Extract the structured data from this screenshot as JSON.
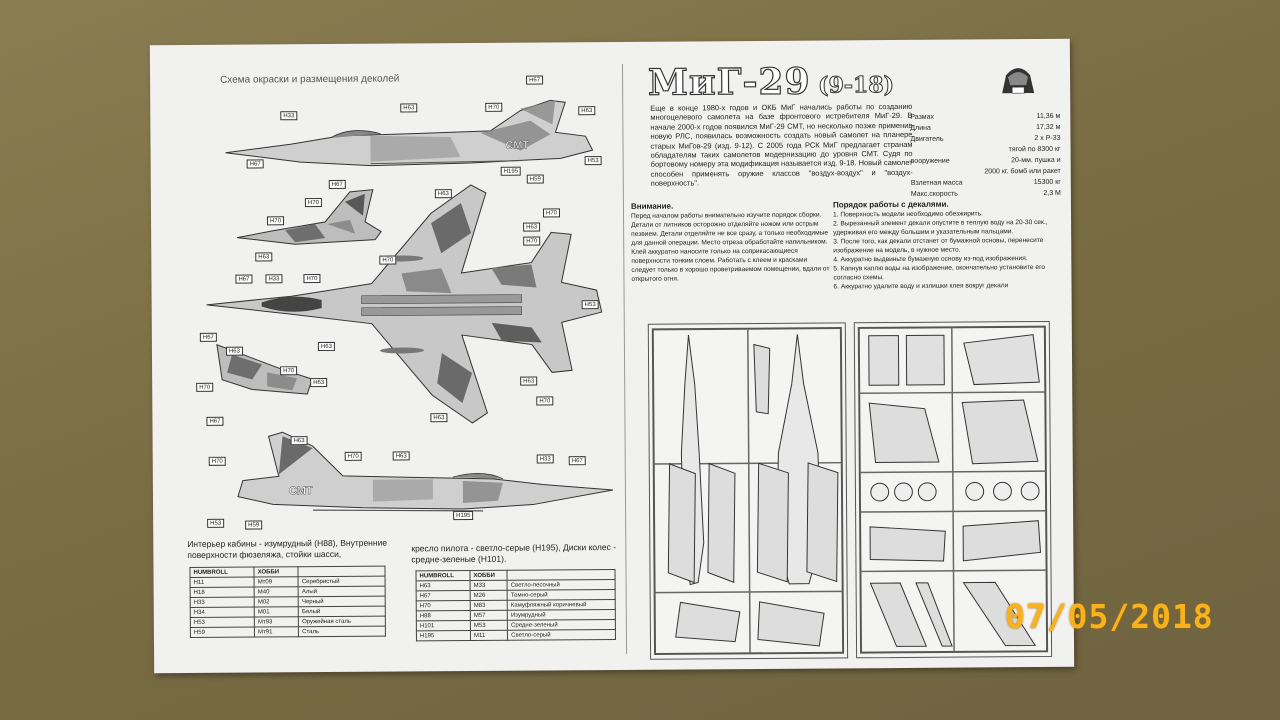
{
  "photo": {
    "date_stamp": "07/05/2018"
  },
  "left": {
    "scheme_title": "Схема окраски и размещения деколей",
    "aircraft_marking": "СМТ",
    "callouts": {
      "h67": "Н67",
      "h63": "Н63",
      "h70": "Н70",
      "h33": "Н33",
      "h53": "Н53",
      "h59": "Н59",
      "h195": "Н195"
    },
    "cockpit_note": "Интерьер кабины - изумрудный (Н88), Внутренние поверхности фюзеляжа, стойки шасси,",
    "seat_note": "кресло пилота - светло-серые (Н195), Диски колес - средне-зеленые (Н101).",
    "table_headers": [
      "HUMBROLL",
      "ХОББИ",
      ""
    ],
    "table1": [
      [
        "Н11",
        "Мт09",
        "Серебристый"
      ],
      [
        "Н18",
        "М40",
        "Алый"
      ],
      [
        "Н33",
        "М02",
        "Черный"
      ],
      [
        "Н34",
        "М01",
        "Белый"
      ],
      [
        "Н53",
        "Мт93",
        "Оружейная сталь"
      ],
      [
        "Н59",
        "Мт91",
        "Сталь"
      ]
    ],
    "table2": [
      [
        "Н63",
        "М33",
        "Светло-песочный"
      ],
      [
        "Н67",
        "М26",
        "Темно-серый"
      ],
      [
        "Н70",
        "М83",
        "Камуфляжный коричневый"
      ],
      [
        "Н88",
        "М57",
        "Изумрудный"
      ],
      [
        "Н101",
        "М53",
        "Средне-зеленый"
      ],
      [
        "Н195",
        "М11",
        "Светло-серый"
      ]
    ]
  },
  "right": {
    "title": "МиГ-29",
    "subtitle": "(9-18)",
    "history": "Еще в конце 1980-х годов и ОКБ МиГ начались работы по созданию многоцелевого самолета на базе фронтового истребителя МиГ-29. В начале 2000-х годов появился МиГ-29 СМТ, но несколько позже применив новую РЛС, появилась возможность создать новый самолет на планере старых МиГов-29 (изд. 9-12). С 2005 года РСК МиГ предлагает странам обладателям таких самолетов модернизацию до уровня СМТ. Судя по бортовому номеру эта модификация называется изд. 9-18. Новый самолет способен применять оружие классов \"воздух-воздух\" и \"воздух-поверхность\".",
    "specs": [
      {
        "label": "Размах",
        "value": "11,36 м"
      },
      {
        "label": "Длина",
        "value": "17,32 м"
      },
      {
        "label": "Двигатель",
        "value": "2 х Р-33"
      },
      {
        "label": "",
        "value": "тягой по 8300 кг"
      },
      {
        "label": "вооружение",
        "value": "20-мм. пушка и"
      },
      {
        "label": "",
        "value": "2000 кг. бомб или ракет"
      },
      {
        "label": "Взлетная масса",
        "value": "15300 кг"
      },
      {
        "label": "Макс.скорость",
        "value": "2,3 М"
      }
    ],
    "attention_heading": "Внимание.",
    "attention_text": "Перед началом работы внимательно изучите порядок сборки. Детали от литников осторожно отделяйте ножом или острым пезвием. Детали отделяйте не все сразу, а только необходимые для данной операции. Место отреза обработайте напильником. Клей аккуратно наносите только на соприкасающиеся поверхности тонким слоем. Работать с клеем и красками следует только в хорошо проветриваемом помещении, вдали от открытого огня.",
    "procedure_heading": "Порядок работы с декалями.",
    "procedure_items": [
      "1. Поверхность модели необходимо обезжирить.",
      "2. Вырезанный элемент декали опустите в теплую воду на 20-30 сек., удерживая его между большим и указательным пальцами.",
      "3. После того, как декали отстанет от бумажной основы, перенесите изображение на модель, в нужное место.",
      "4. Аккуратно выдвиньте бумажную основу из-под изображения.",
      "5. Капнув каплю воды на изображение, окончательно установите его согласно схемы.",
      "6. Аккуратно удалите воду и излишки клея вокруг декали"
    ]
  },
  "colors": {
    "cardboard": "#7d7046",
    "paper": "#f1f1ef",
    "date_stamp": "#f7b21e"
  }
}
